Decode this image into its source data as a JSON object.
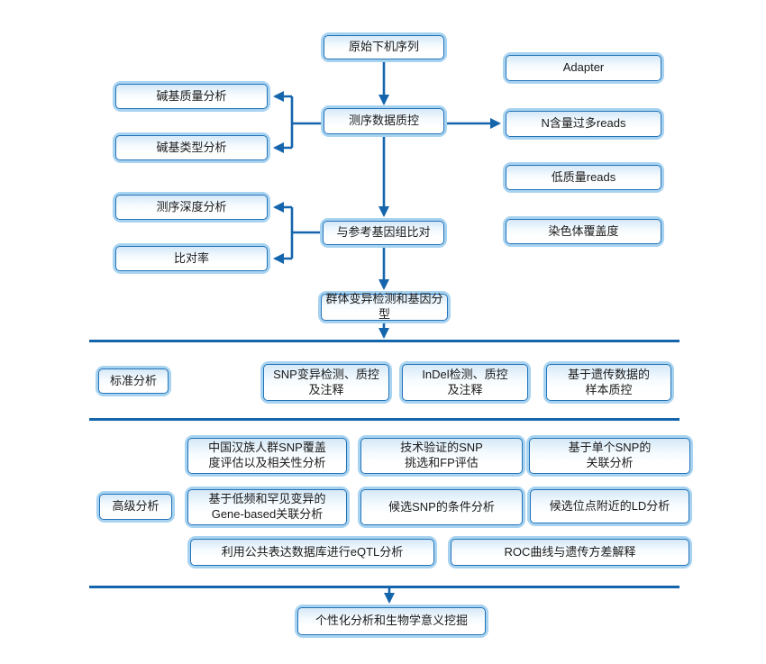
{
  "diagram": {
    "type": "flowchart",
    "colors": {
      "line": "#1565ad",
      "box_inner_border": "#2373b8",
      "box_outer_border": "#a8d3f0",
      "box_fill_top": "#d5e8f7",
      "box_fill": "#ffffff",
      "text": "#1a1a1a",
      "background": "#ffffff"
    },
    "nodes": {
      "raw_sequence": "原始下机序列",
      "sequencing_qc": "测序数据质控",
      "base_quality": "碱基质量分析",
      "base_type": "碱基类型分析",
      "adapter": "Adapter",
      "n_reads": "N含量过多reads",
      "low_quality": "低质量reads",
      "depth_analysis": "测序深度分析",
      "mapping_rate": "比对率",
      "chromosome_coverage": "染色体覆盖度",
      "ref_alignment": "与参考基因组比对",
      "variant_genotyping": "群体变异检测和基因分型",
      "personalized": "个性化分析和生物学意义挖掘"
    },
    "standard_section": {
      "label": "标准分析",
      "items": {
        "snp": "SNP变异检测、质控\n及注释",
        "indel": "InDel检测、质控\n及注释",
        "sample_qc": "基于遗传数据的\n样本质控"
      }
    },
    "advanced_section": {
      "label": "高级分析",
      "items": {
        "han_snp_coverage": "中国汉族人群SNP覆盖\n度评估以及相关性分析",
        "validated_snp": "技术验证的SNP\n挑选和FP评估",
        "single_snp_assoc": "基于单个SNP的\n关联分析",
        "gene_based": "基于低频和罕见变异的\nGene-based关联分析",
        "conditional_snp": "候选SNP的条件分析",
        "ld_analysis": "候选位点附近的LD分析",
        "eqtl": "利用公共表达数据库进行eQTL分析",
        "roc": "ROC曲线与遗传方差解释"
      }
    }
  }
}
